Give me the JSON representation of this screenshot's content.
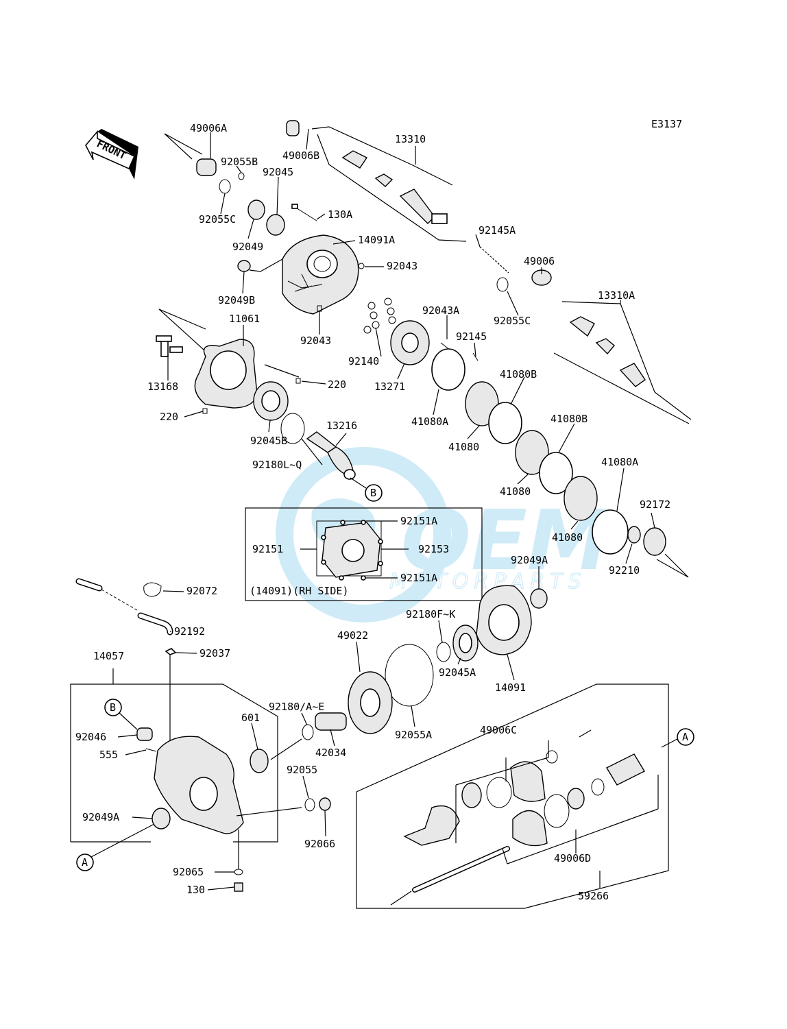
{
  "diagram_code": "E3137",
  "front_label": "FRONT",
  "watermark": {
    "brand": "OEM",
    "sub": "MOTORPARTS",
    "color": "#2aa6dc"
  },
  "callout_letters": {
    "a": "A",
    "b": "B"
  },
  "inset_caption": "(14091)(RH SIDE)",
  "parts": {
    "p49006A": "49006A",
    "p92055B": "92055B",
    "p92055C_top": "92055C",
    "p92045": "92045",
    "p92049": "92049",
    "p130A": "130A",
    "p14091A": "14091A",
    "p92043_a": "92043",
    "p92049B": "92049B",
    "p92043_b": "92043",
    "p11061": "11061",
    "p13168": "13168",
    "p220_a": "220",
    "p220_b": "220",
    "p92045B": "92045B",
    "p92180LQ": "92180L~Q",
    "p13216": "13216",
    "p49006B": "49006B",
    "p13310": "13310",
    "p92145A": "92145A",
    "p49006": "49006",
    "p92055C_mid": "92055C",
    "p13310A": "13310A",
    "p92043A": "92043A",
    "p92145": "92145",
    "p92140": "92140",
    "p13271": "13271",
    "p41080B_a": "41080B",
    "p41080A_a": "41080A",
    "p41080_a": "41080",
    "p41080B_b": "41080B",
    "p41080_b": "41080",
    "p41080A_b": "41080A",
    "p41080_c": "41080",
    "p92172": "92172",
    "p92210": "92210",
    "p92151A_a": "92151A",
    "p92151": "92151",
    "p92153": "92153",
    "p92151A_b": "92151A",
    "p92049A_a": "92049A",
    "p92072": "92072",
    "p92192": "92192",
    "p92037": "92037",
    "p14057": "14057",
    "p92180FK": "92180F~K",
    "p49022": "49022",
    "p92045A": "92045A",
    "p14091": "14091",
    "p92055A": "92055A",
    "p92180AE": "92180/A~E",
    "p601": "601",
    "p42034": "42034",
    "p92046": "92046",
    "p555": "555",
    "p92055": "92055",
    "p92049A_b": "92049A",
    "p92066": "92066",
    "p92065": "92065",
    "p130": "130",
    "p49006C": "49006C",
    "p49006D": "49006D",
    "p59266": "59266"
  }
}
